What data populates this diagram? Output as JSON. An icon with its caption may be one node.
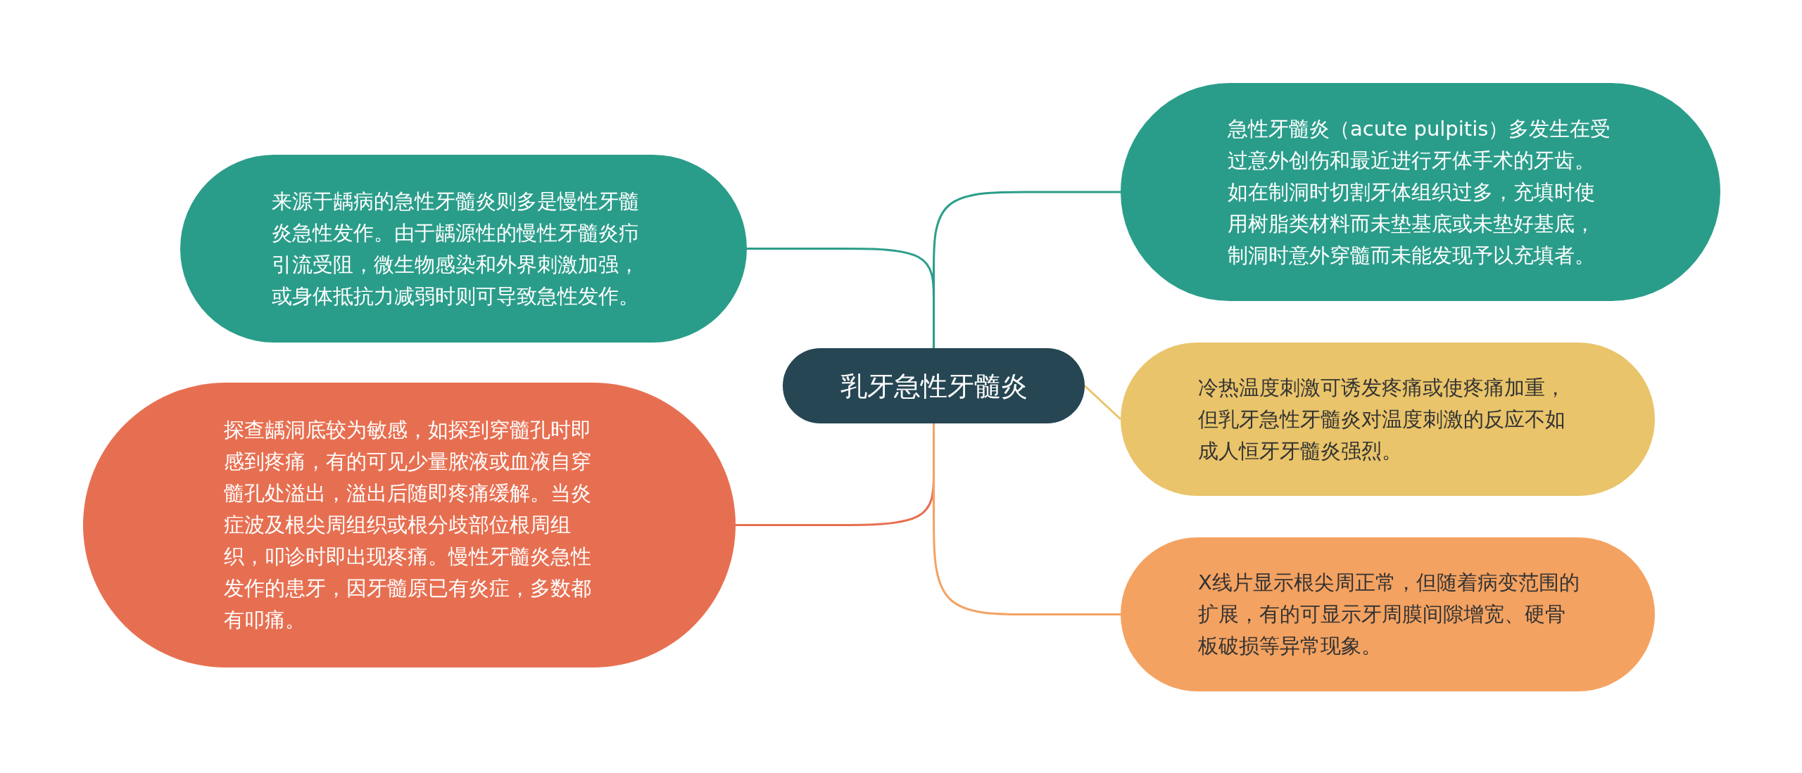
{
  "diagram": {
    "nodes": [
      {
        "text": [
          "乳牙急性牙髓炎"
        ]
      },
      {
        "text": [
          "来源于龋病的急性牙髓炎则多是慢性牙髓炎急性发作。由于龋源性的慢性牙髓炎疖引流受阻，微生物感染和外界刺激加强，或身体抵抗力减弱时则可导致急性发作。"
        ]
      },
      {
        "text": [
          "探查龋洞底较为敏感，如探到穿髓孔时即感到疼痛，有的可见少量脓液或血液自穿髓孔处溢出，溢出后随即疼痛缓解。当炎症波及根尖周组织或根分歧部位根周组织，叩诊时即出现疼痛。慢性牙髓炎急性发作的患牙，因牙髓原已有炎症，多数都有叩痛。"
        ]
      },
      {
        "text": [
          "急性牙髓炎（acute pulpitis）多发生在受过意外创伤和最近进行牙体手术的牙齿。如在制洞时切割牙体组织过多，充填时使用树脂类材料而未垫基底或未垫好基底，制洞时意外穿髓而未能发现予以充填者。"
        ]
      },
      {
        "text": [
          "冷热温度刺激可诱发疼痛或使疼痛加重，但乳牙急性牙髓炎对温度刺激的反应不如成人恒牙牙髓炎强烈。"
        ]
      },
      {
        "text": [
          "X线片显示根尖周正常，但随着病变范围的扩展，有的可显示牙周膜间隙增宽、硬骨板破损等异常现象。"
        ]
      }
    ],
    "edges": [
      {
        "from": 0,
        "to": 1,
        "arrow": "none",
        "color": "#2a9d8a"
      },
      {
        "from": 0,
        "to": 2,
        "arrow": "none",
        "color": "#e76f51"
      },
      {
        "from": 0,
        "to": 3,
        "arrow": "none",
        "color": "#2a9d8a"
      },
      {
        "from": 0,
        "to": 4,
        "arrow": "none",
        "color": "#e9c46a"
      },
      {
        "from": 0,
        "to": 5,
        "arrow": "none",
        "color": "#f4a261"
      }
    ]
  }
}
